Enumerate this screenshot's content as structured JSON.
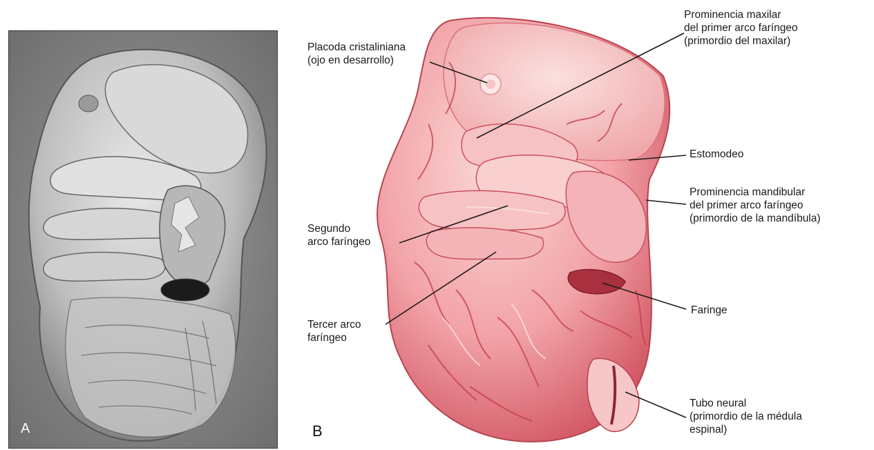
{
  "panels": {
    "a_label": "A",
    "b_label": "B"
  },
  "labels": {
    "placoda": "Placoda cristaliniana\n(ojo en desarrollo)",
    "maxilar": "Prominencia maxilar\ndel primer arco faríngeo\n(primordio del maxilar)",
    "estomodeo": "Estomodeo",
    "mandibular": "Prominencia mandibular\ndel primer arco faríngeo\n(primordio de la mandíbula)",
    "segundo_arco": "Segundo\narco faríngeo",
    "tercer_arco": "Tercer arco\nfaríngeo",
    "faringe": "Faringe",
    "tubo_neural": "Tubo neural\n(primordio de la médula\nespinal)"
  },
  "colors": {
    "embryo_base": "#f2a3a8",
    "embryo_dark": "#c8404f",
    "embryo_light": "#f9d3d3",
    "sem_bg": "#8e8e8e"
  }
}
